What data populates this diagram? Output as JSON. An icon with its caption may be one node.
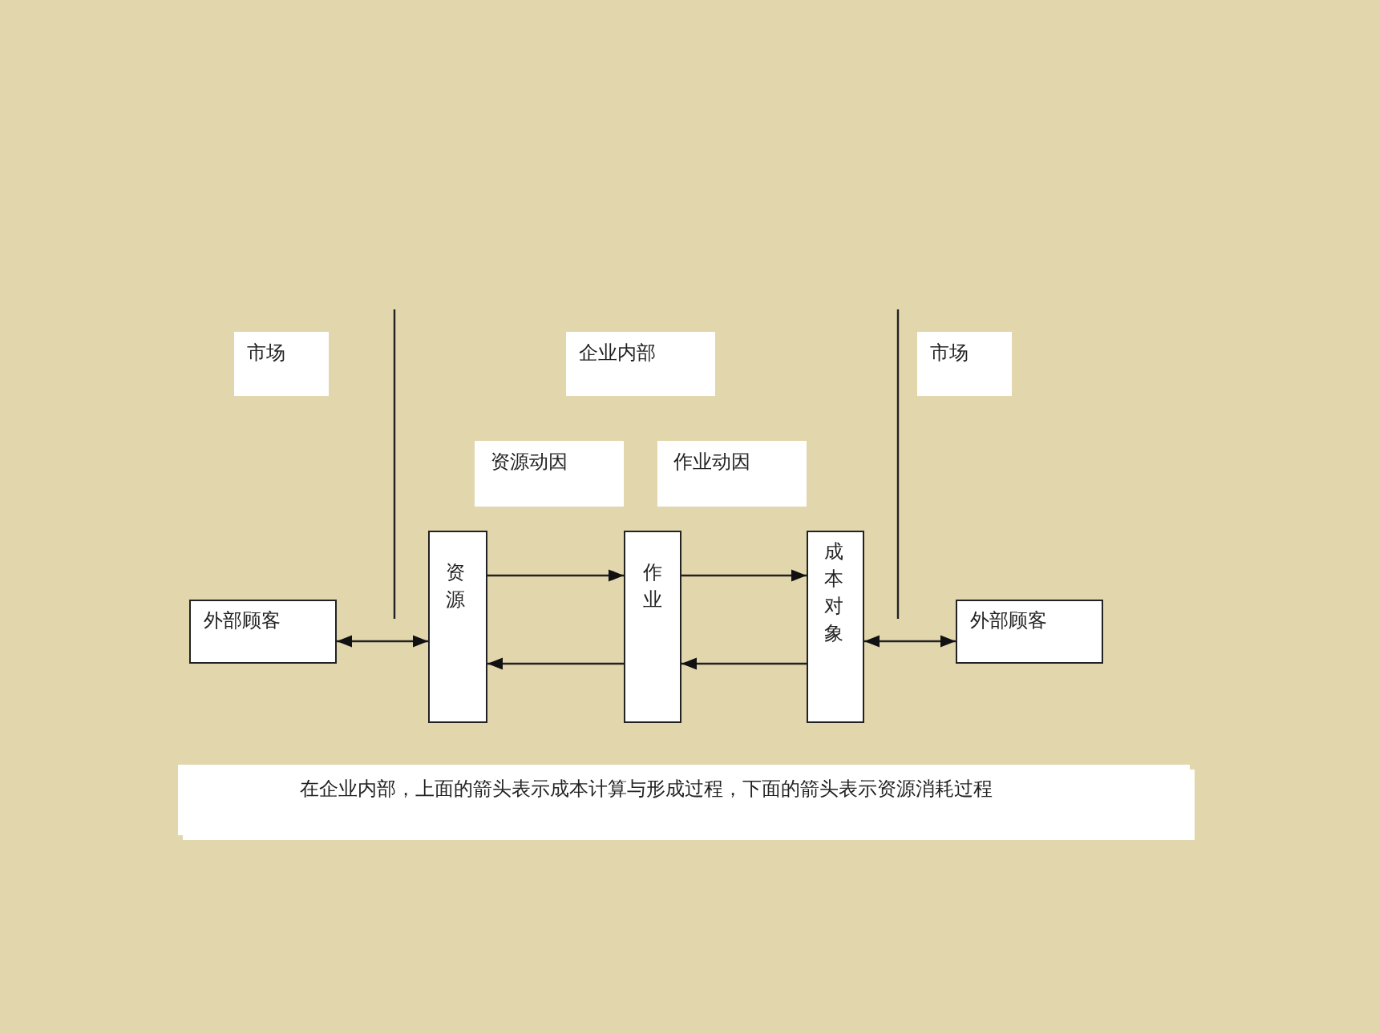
{
  "diagram": {
    "caption": "在企业内部，上面的箭头表示成本计算与形成过程，下面的箭头表示资源消耗过程",
    "nodes": [
      {
        "text": [
          "市场"
        ]
      },
      {
        "text": [
          "企业内部"
        ]
      },
      {
        "text": [
          "市场"
        ]
      },
      {
        "text": [
          "资源动因"
        ]
      },
      {
        "text": [
          "作业动因"
        ]
      },
      {
        "text": [
          "外部顾客"
        ]
      },
      {
        "text": [
          "资源"
        ]
      },
      {
        "text": [
          "作业"
        ]
      },
      {
        "text": [
          "成本对象"
        ]
      },
      {
        "text": [
          "外部顾客"
        ]
      }
    ],
    "edges": [
      {
        "from": 5,
        "to": 6,
        "arrow": "both"
      },
      {
        "from": 6,
        "to": 7,
        "arrow": "to"
      },
      {
        "from": 7,
        "to": 8,
        "arrow": "to"
      },
      {
        "from": 8,
        "to": 7,
        "arrow": "to"
      },
      {
        "from": 7,
        "to": 6,
        "arrow": "to"
      },
      {
        "from": 8,
        "to": 9,
        "arrow": "both"
      }
    ]
  }
}
